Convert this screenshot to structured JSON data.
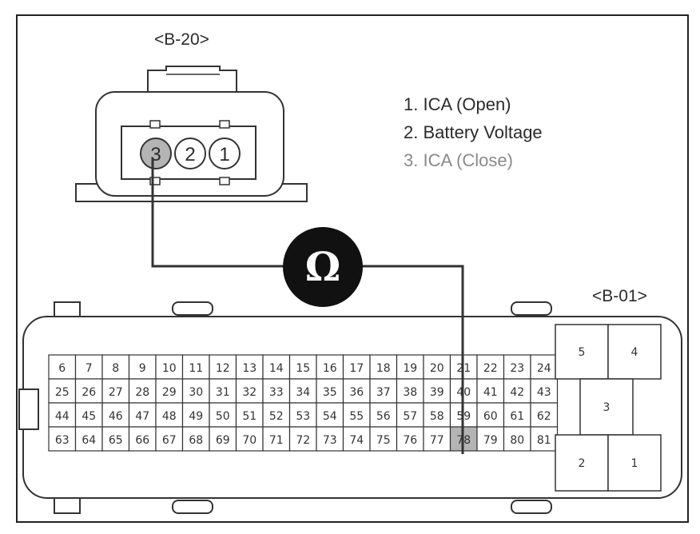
{
  "b20": {
    "title": "<B-20>",
    "pins": [
      "3",
      "2",
      "1"
    ],
    "highlight": "3"
  },
  "legend": [
    {
      "text": "1. ICA (Open)",
      "color": "#2b2b2b"
    },
    {
      "text": "2. Battery Voltage",
      "color": "#2b2b2b"
    },
    {
      "text": "3. ICA (Close)",
      "color": "#8a8a8a"
    }
  ],
  "meter": {
    "symbol": "Ω"
  },
  "b01": {
    "title": "<B-01>",
    "rows": [
      [
        "6",
        "7",
        "8",
        "9",
        "10",
        "11",
        "12",
        "13",
        "14",
        "15",
        "16",
        "17",
        "18",
        "19",
        "20",
        "21",
        "22",
        "23",
        "24"
      ],
      [
        "25",
        "26",
        "27",
        "28",
        "29",
        "30",
        "31",
        "32",
        "33",
        "34",
        "35",
        "36",
        "37",
        "38",
        "39",
        "40",
        "41",
        "42",
        "43"
      ],
      [
        "44",
        "45",
        "46",
        "47",
        "48",
        "49",
        "50",
        "51",
        "52",
        "53",
        "54",
        "55",
        "56",
        "57",
        "58",
        "59",
        "60",
        "61",
        "62"
      ],
      [
        "63",
        "64",
        "65",
        "66",
        "67",
        "68",
        "69",
        "70",
        "71",
        "72",
        "73",
        "74",
        "75",
        "76",
        "77",
        "78",
        "79",
        "80",
        "81"
      ]
    ],
    "highlight": "78",
    "power_pins": [
      "5",
      "4",
      "3",
      "2",
      "1"
    ]
  },
  "colors": {
    "highlight": "#b4b4b4",
    "meter": "#111111",
    "line": "#333333"
  }
}
